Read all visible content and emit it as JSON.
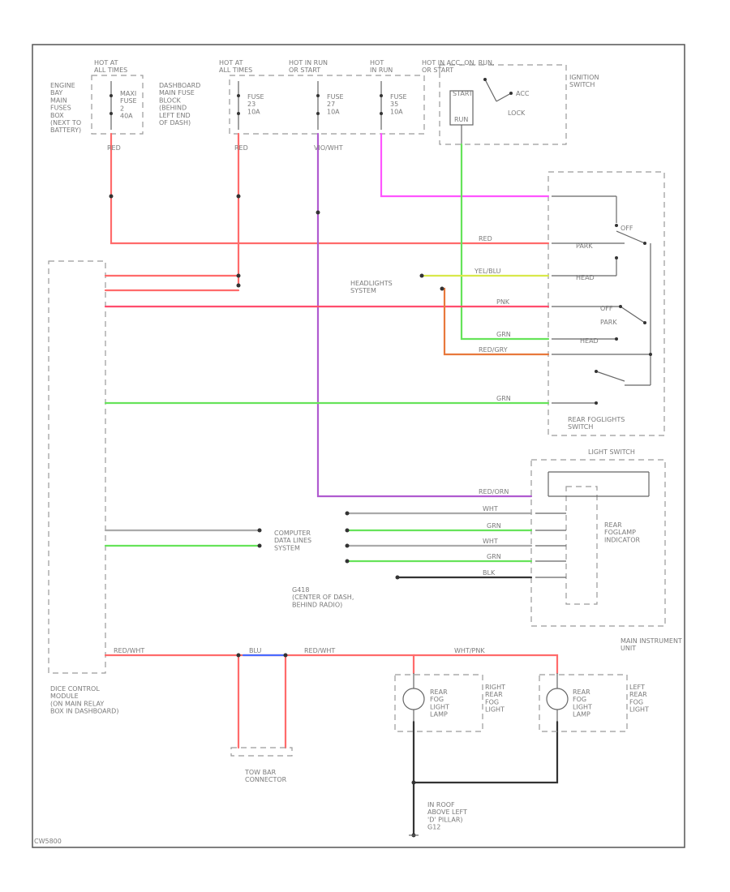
{
  "colors": {
    "red": "#ff6b6b",
    "pink_red": "#ff4d6d",
    "green": "#66e35a",
    "magenta": "#ff55ff",
    "violet": "#b05bd0",
    "yellow_green": "#d8e84a",
    "orange": "#e8783c",
    "gray": "#aaaaaa",
    "black": "#333333",
    "blue": "#4a6cff"
  },
  "labels": {
    "hot_at_all_1": "HOT AT\nALL TIMES",
    "hot_at_all_2": "HOT AT\nALL TIMES",
    "hot_in_run": "HOT IN RUN\nOR START",
    "hot_in_run2": "HOT\nIN RUN",
    "hot_acc": "HOT IN ACC, ON, RUN,\nOR START",
    "engine_bay": "ENGINE\nBAY\nMAIN\nFUSES\nBOX\n(NEXT TO\nBATTERY)",
    "dash_fuse_box": "DASHBOARD\nMAIN FUSE\nBLOCK\n(BEHIND\nLEFT END\nOF DASH)",
    "maxi_fuse": "MAXI\nFUSE\n2\n40A",
    "fuse_23": "FUSE\n23\n10A",
    "fuse_27": "FUSE\n27\n10A",
    "fuse_35": "FUSE\n35\n10A",
    "ignition_switch": "IGNITION\nSWITCH",
    "start": "START",
    "run": "RUN",
    "acc": "ACC",
    "lock": "LOCK",
    "off": "OFF",
    "park": "PARK",
    "head": "HEAD",
    "headlights_system": "HEADLIGHTS\nSYSTEM",
    "rear_foglights_switch": "REAR FOGLIGHTS\nSWITCH",
    "light_switch": "LIGHT SWITCH",
    "rear_foglamp_indicator": "REAR\nFOGLAMP\nINDICATOR",
    "computer_data_lines": "COMPUTER\nDATA LINES\nSYSTEM",
    "g418": "G418\n(CENTER OF DASH,\nBEHIND RADIO)",
    "main_instrument_unit": "MAIN INSTRUMENT\nUNIT",
    "dice_module": "DICE CONTROL\nMODULE\n(ON MAIN RELAY\nBOX IN DASHBOARD)",
    "tow_bar": "TOW BAR\nCONNECTOR",
    "right_rear_fog": "RIGHT\nREAR\nFOG\nLIGHT",
    "left_rear_fog": "LEFT\nREAR\nFOG\nLIGHT",
    "rear_fog_lamp": "REAR\nFOG\nLIGHT\nLAMP",
    "ground_g12": "IN ROOF\nABOVE LEFT\n'D' PILLAR)\nG12",
    "footer_code": "CW5800",
    "wire_red_y": "RED",
    "wire_red_x": "RED",
    "wire_vio": "VIO/WHT",
    "wire_wht_grn": "YEL/BLU",
    "wire_pnk": "PNK",
    "wire_grn": "GRN",
    "wire_red_org": "RED/ORN",
    "wire_redgry": "RED/GRY",
    "wire_wht": "WHT",
    "wire_blk": "BLK",
    "wire_blu": "BLU",
    "wire_whtpnk": "WHT/PNK",
    "wire_redwht": "RED/WHT"
  }
}
